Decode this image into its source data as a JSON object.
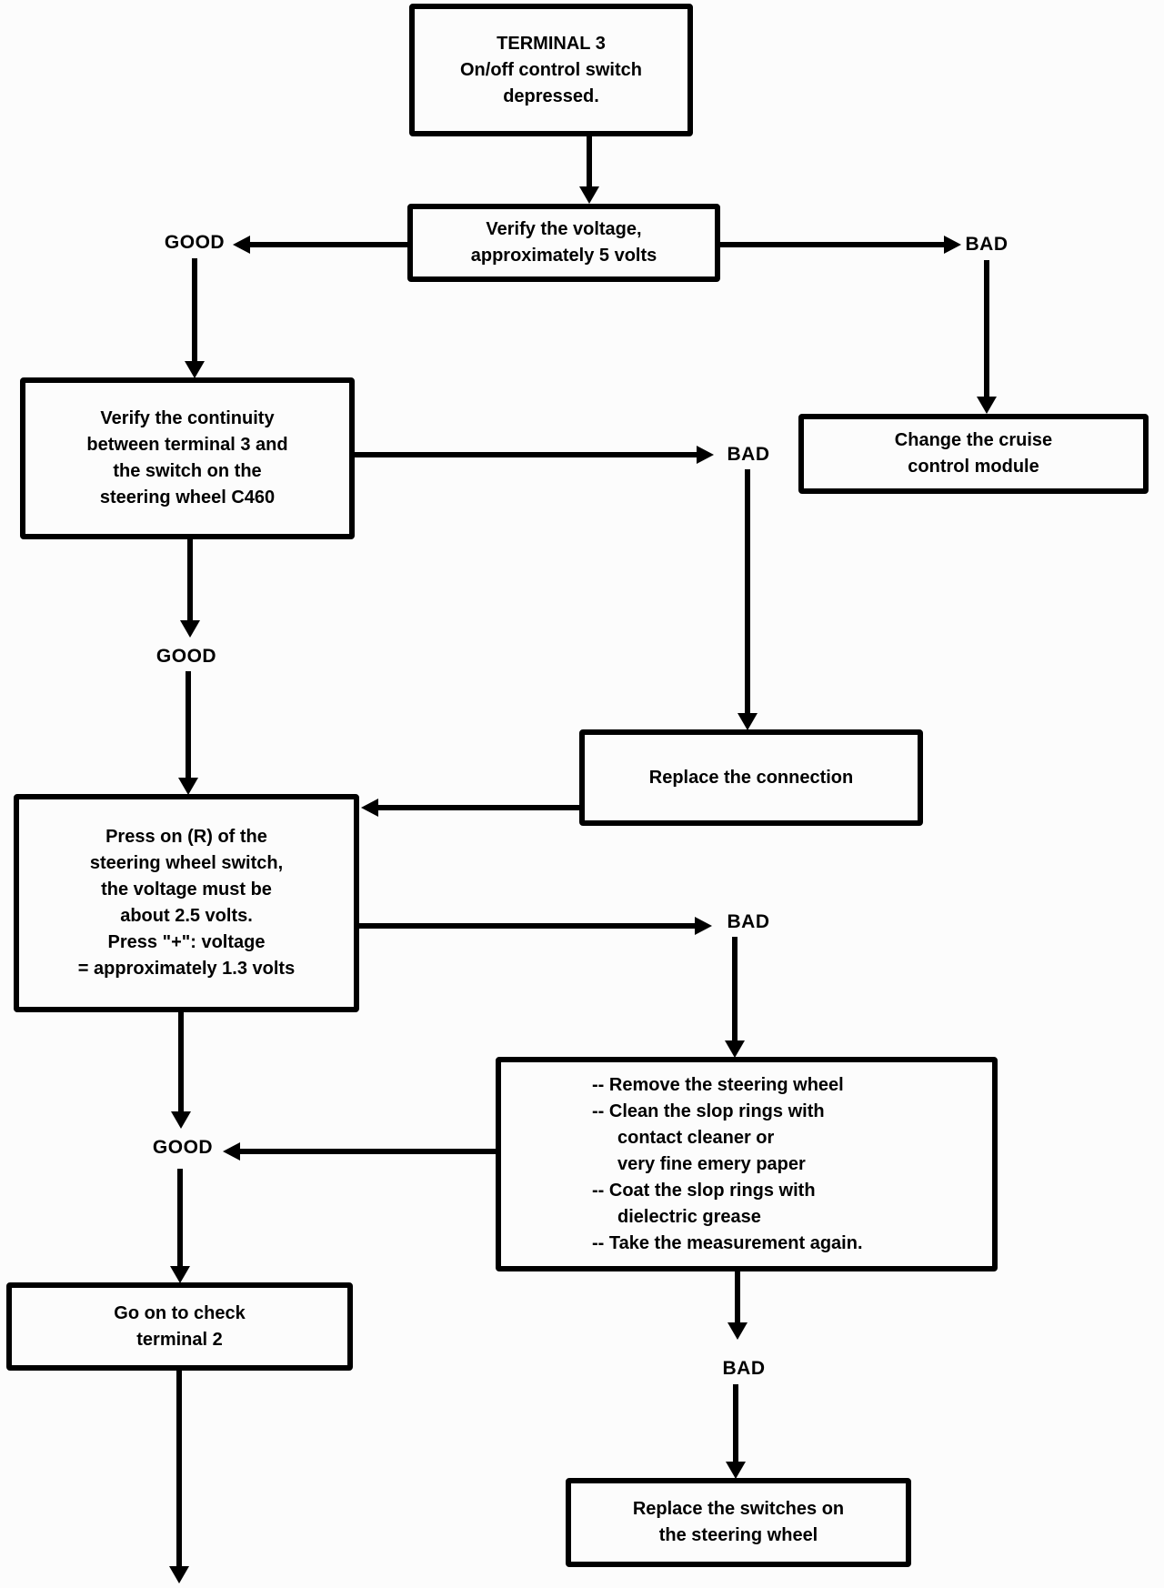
{
  "colors": {
    "background": "#fcfcfc",
    "ink": "#000000"
  },
  "nodes": {
    "terminal3": {
      "lines": [
        "TERMINAL 3",
        "On/off control switch",
        "depressed."
      ]
    },
    "verify_voltage": {
      "lines": [
        "Verify the voltage,",
        "approximately 5 volts"
      ]
    },
    "verify_continuity": {
      "lines": [
        "Verify the continuity",
        "between terminal 3 and",
        "the switch on the",
        "steering wheel C460"
      ]
    },
    "change_module": {
      "lines": [
        "Change the cruise",
        "control module"
      ]
    },
    "replace_connection": {
      "lines": [
        "Replace the connection"
      ]
    },
    "press_r": {
      "lines": [
        "Press on (R) of the",
        "steering wheel switch,",
        "the voltage must be",
        "about 2.5 volts.",
        "Press \"+\": voltage",
        "= approximately 1.3 volts"
      ]
    },
    "instructions": {
      "lines": [
        "-- Remove the steering wheel",
        "-- Clean the slop rings with",
        "contact cleaner or",
        "very fine emery paper",
        "-- Coat the slop rings with",
        "dielectric grease",
        "-- Take the measurement again."
      ]
    },
    "go_on": {
      "lines": [
        "Go on to check",
        "terminal 2"
      ]
    },
    "replace_switches": {
      "lines": [
        "Replace the switches on",
        "the steering wheel"
      ]
    }
  },
  "labels": {
    "good1": "GOOD",
    "bad1": "BAD",
    "bad2": "BAD",
    "good2": "GOOD",
    "bad3": "BAD",
    "good3": "GOOD",
    "bad4": "BAD"
  }
}
